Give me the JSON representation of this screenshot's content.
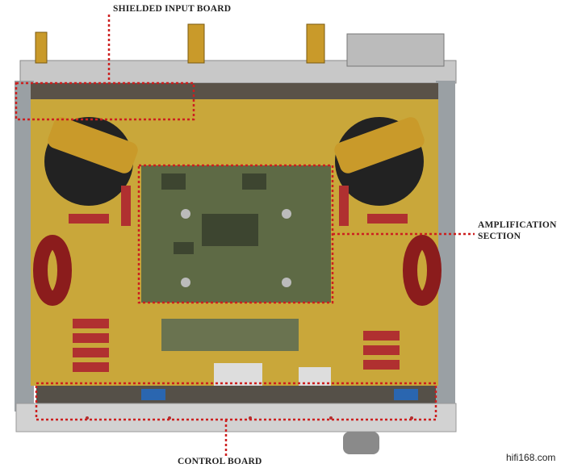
{
  "callouts": {
    "shielded_input": "SHIELDED INPUT BOARD",
    "amplification_line1": "AMPLIFICATION",
    "amplification_line2": "SECTION",
    "control_board": "CONTROL BOARD"
  },
  "watermark": "hifi168.com",
  "colors": {
    "pcb_gold": "#c9a73a",
    "callout_red": "#cc1f1f",
    "amp_board_green": "#5e6a45"
  }
}
